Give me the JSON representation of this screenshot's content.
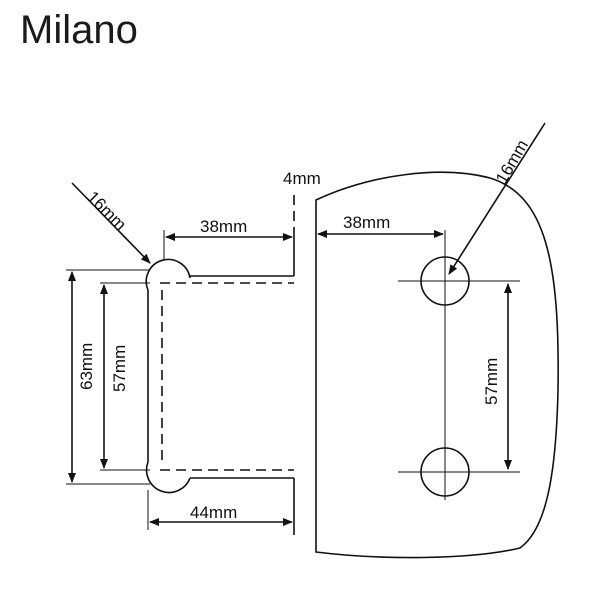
{
  "title": "Milano",
  "dimensions": {
    "left_diameter": "16mm",
    "left_offset": "38mm",
    "gap": "4mm",
    "right_offset": "38mm",
    "right_diameter": "16mm",
    "left_outer_height": "63mm",
    "left_inner_height": "57mm",
    "right_hole_spacing": "57mm",
    "bottom_width": "44mm"
  }
}
